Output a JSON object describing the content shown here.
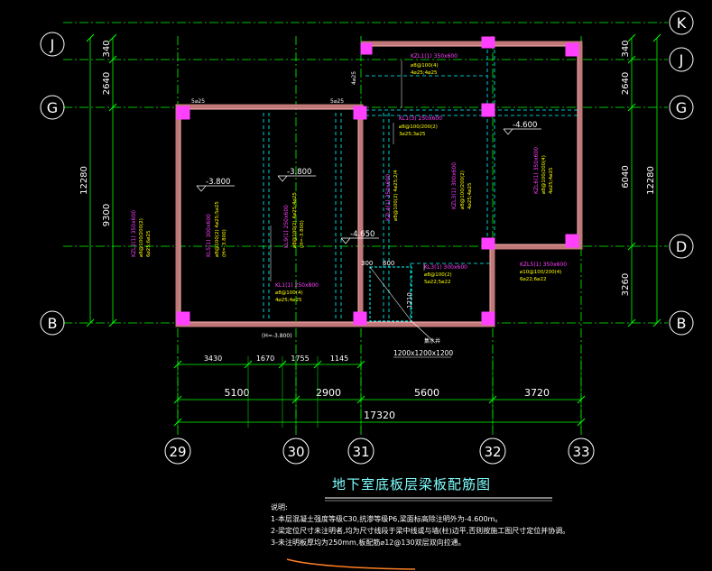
{
  "grid_axes": {
    "rows": [
      {
        "label": "K"
      },
      {
        "label": "J"
      },
      {
        "label": "G"
      },
      {
        "label": "D"
      },
      {
        "label": "B"
      }
    ],
    "cols": [
      {
        "label": "29"
      },
      {
        "label": "30"
      },
      {
        "label": "31"
      },
      {
        "label": "32"
      },
      {
        "label": "33"
      }
    ]
  },
  "left_dims": {
    "segments": [
      "340",
      "2640",
      "9300"
    ],
    "total": "12280"
  },
  "right_dims": {
    "segments": [
      "340",
      "2640",
      "6040",
      "3260"
    ],
    "total": "12280"
  },
  "bottom_dims": {
    "row1": [
      "3430",
      "1670",
      "1755",
      "1145"
    ],
    "row2": [
      "5100",
      "2900",
      "5600",
      "3720"
    ],
    "total": "17320"
  },
  "beam_labels": [
    {
      "text": "KZL1(1) 350x600"
    },
    {
      "text": "KL1(3) 250x600"
    },
    {
      "text": "KZL6(1) 350x600"
    },
    {
      "text": "KZL2(1) 350x600"
    },
    {
      "text": "KL1(1) 250x800"
    },
    {
      "text": "KZL4(1) 350x600"
    },
    {
      "text": "KL3(1) 300x600"
    },
    {
      "text": "KZL5(1) 350x600"
    }
  ],
  "elevations": [
    "-3.800",
    "-3.800",
    "-4.650",
    "-4.600"
  ],
  "small_texts": [
    "5⌀25",
    "5⌀25",
    "4⌀25",
    "300",
    "600",
    "1210",
    "(H=-3.800)",
    "集水井"
  ],
  "pit_label": "1200x1200x1200",
  "drawing_title": "地下室底板层梁板配筋图",
  "notes": {
    "heading": "说明:",
    "lines": [
      "1-本层混凝土强度等级C30,抗渗等级P6,梁面标高除注明外为-4.600m。",
      "2-梁定位尺寸未注明者,均为尺寸线段于梁中线或与墙(柱)边平,否则按施工图尺寸定位并协调。",
      "3-未注明板厚均为250mm,板配筋⌀12@130双层双向拉通。"
    ]
  },
  "colors": {
    "grid": "#00ff00",
    "wall": "#e8a0a0",
    "column": "#ff40ff",
    "beam_text": "#ff40ff",
    "rebar_text": "#ffff00",
    "dim": "#00ff00",
    "dashed": "#00ffff",
    "title": "#7fffff",
    "underline": "#ff7f27"
  }
}
